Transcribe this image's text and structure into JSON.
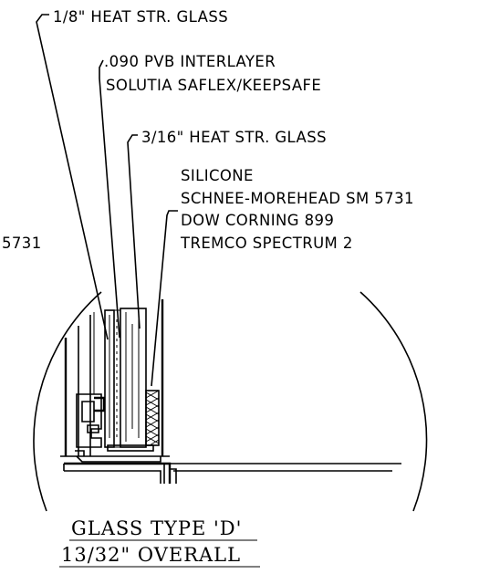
{
  "labels": {
    "outer_glass": "1/8\" HEAT STR. GLASS",
    "interlayer_line1": ".090 PVB INTERLAYER",
    "interlayer_line2": "SOLUTIA SAFLEX/KEEPSAFE",
    "inner_glass": "3/16\" HEAT STR. GLASS",
    "sealant_line1": "SILICONE",
    "sealant_line2": "SCHNEE-MOREHEAD SM 5731",
    "sealant_line3": "DOW CORNING 899",
    "sealant_line4": "TREMCO SPECTRUM 2",
    "cropped_fragment": "5731"
  },
  "title": {
    "line1": "GLASS TYPE 'D'",
    "line2": "13/32\" OVERALL"
  },
  "colors": {
    "ink": "#000000",
    "paper": "#ffffff"
  }
}
